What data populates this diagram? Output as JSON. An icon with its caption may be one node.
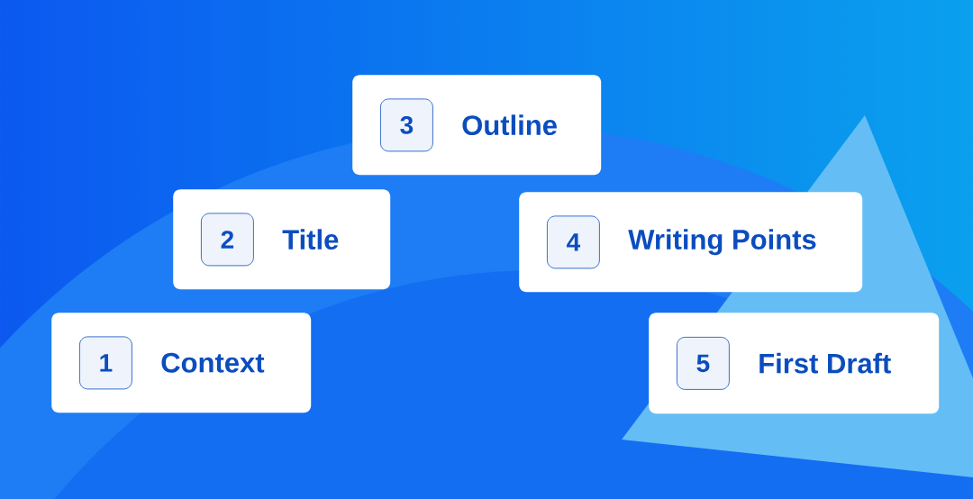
{
  "diagram": {
    "nodes": [
      {
        "text": [
          "Context"
        ]
      },
      {
        "text": [
          "1"
        ],
        "in": 0
      },
      {
        "text": [
          "Title"
        ]
      },
      {
        "text": [
          "2"
        ],
        "in": 2
      },
      {
        "text": [
          "Outline"
        ]
      },
      {
        "text": [
          "3"
        ],
        "in": 4
      },
      {
        "text": [
          "Writing Points"
        ]
      },
      {
        "text": [
          "4"
        ],
        "in": 6
      },
      {
        "text": [
          "First Draft"
        ]
      },
      {
        "text": [
          "5"
        ],
        "in": 8
      }
    ]
  }
}
